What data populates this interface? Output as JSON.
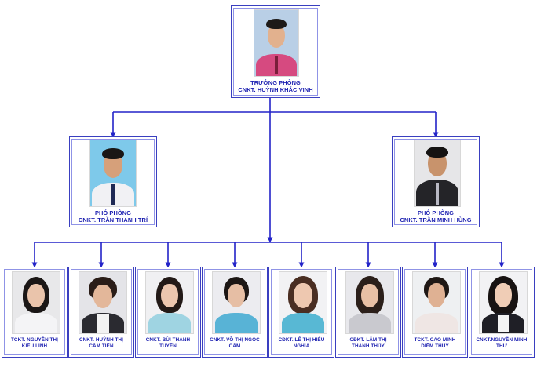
{
  "colors": {
    "connector": "#2323c8",
    "caption": "#1b1fb0",
    "border": "#3a3fc0"
  },
  "head": {
    "title": "TRƯỞNG PHÒNG",
    "name": "CNKT. HUỲNH KHẮC VINH"
  },
  "deputies": [
    {
      "title": "PHÓ PHÒNG",
      "name": "CNKT. TRẦN THANH TRÍ"
    },
    {
      "title": "PHÓ PHÒNG",
      "name": "CNKT. TRẦN MINH HÙNG"
    }
  ],
  "staff": [
    {
      "line1": "TCKT. NGUYỄN THỊ",
      "line2": "KIỀU LINH"
    },
    {
      "line1": "CNKT. HUỲNH THỊ",
      "line2": "CẨM TIÊN"
    },
    {
      "line1": "CNKT. BÙI THANH",
      "line2": "TUYỀN"
    },
    {
      "line1": "CNKT. VÕ THỊ NGỌC",
      "line2": "CẨM"
    },
    {
      "line1": "CĐKT. LÊ THỊ HIẾU",
      "line2": "NGHĨA"
    },
    {
      "line1": "CĐKT. LÂM THỊ",
      "line2": "THANH THỦY"
    },
    {
      "line1": "TCKT. CAO MINH",
      "line2": "DIỄM THÚY"
    },
    {
      "line1": "CNKT.NGUYỄN MINH",
      "line2": "THƯ"
    }
  ]
}
